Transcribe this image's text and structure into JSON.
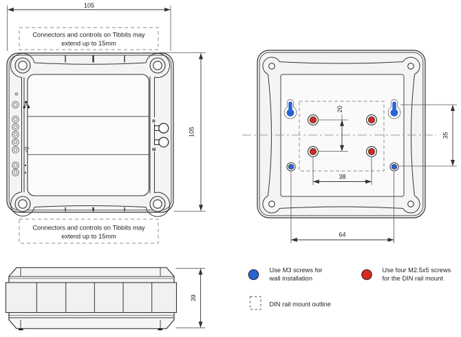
{
  "front": {
    "dim_width": "105",
    "dim_height": "105",
    "btn_r": "R",
    "btn_m": "M",
    "note_top_l1": "Connectors and controls on Tibbits may",
    "note_top_l2": "extend up to 15mm",
    "note_bottom_l1": "Connectors and controls on Tibbits may",
    "note_bottom_l2": "extend up to 15mm"
  },
  "back": {
    "dim_din_vertical": "20",
    "dim_wall_vertical": "35",
    "dim_din_horizontal": "38",
    "dim_wall_horizontal": "64"
  },
  "side": {
    "dim_height": "39"
  },
  "legend": {
    "wall_l1": "Use M3 screws for",
    "wall_l2": "wall installation",
    "din_l1": "Use four M2.5x5 screws",
    "din_l2": "for the DIN rail mount",
    "outline_label": "DIN rail mount outline"
  },
  "colors": {
    "wall_blue": "#2b62d4",
    "din_red": "#d52920"
  }
}
